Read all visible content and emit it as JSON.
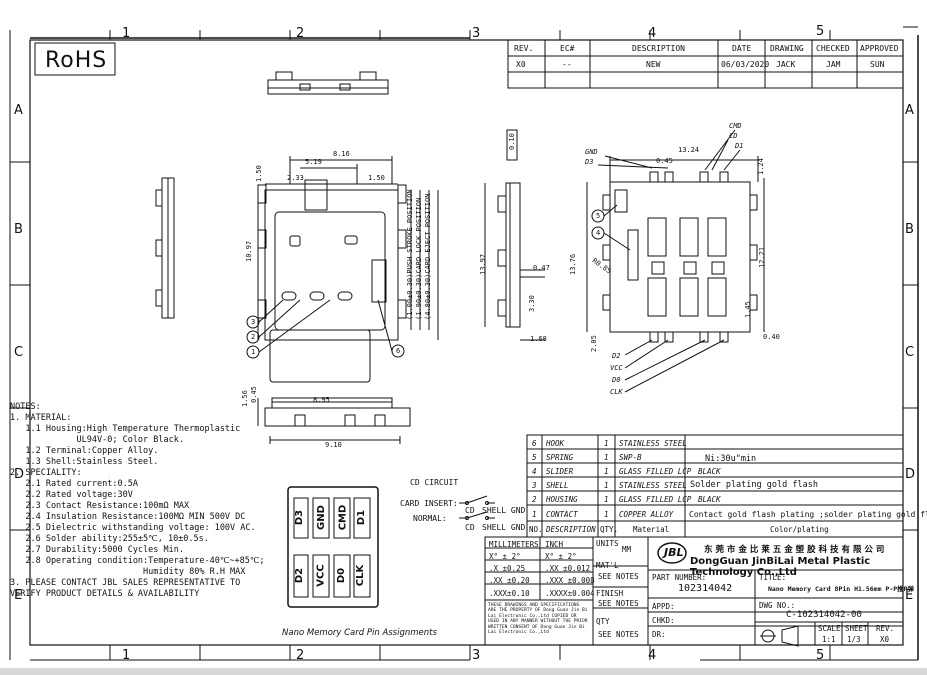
{
  "logo_text": "RoHS",
  "grid": {
    "cols": [
      "1",
      "2",
      "3",
      "4",
      "5"
    ],
    "rows": [
      "A",
      "B",
      "C",
      "D",
      "E"
    ]
  },
  "revision": {
    "headers": [
      "REV.",
      "EC#",
      "DESCRIPTION",
      "DATE",
      "DRAWING",
      "CHECKED",
      "APPROVED"
    ],
    "row": [
      "X0",
      "--",
      "NEW",
      "06/03/2020",
      "JACK",
      "JAM",
      "SUN"
    ]
  },
  "dims": {
    "d816": "8.16",
    "d519": "5.19",
    "d233": "2.33",
    "d150": "1.50",
    "d150b": "1.50",
    "d1097": "10.97",
    "push": "(1.00±0.30)PUSH STROKE POSITION",
    "lock": "(1.90±0.30)CARD LOCK POSITION",
    "eject": "(4.80±0.30)CARD EJECT POSITION",
    "d010": "0.10",
    "d1397": "13.97",
    "d047": "0.47",
    "d330": "3.30",
    "d168": "1.68",
    "gnd": "GND",
    "d3": "D3",
    "d045": "0.45",
    "d1324": "13.24",
    "cmd": "CMD",
    "cd": "CD",
    "d1": "D1",
    "d124": "1.24",
    "d1376": "13.76",
    "r085": "R0.85",
    "d1221": "12.21",
    "d145": "1.45",
    "d040": "0.40",
    "d205": "2.05",
    "d2": "D2",
    "vcc": "VCC",
    "d0": "D0",
    "clk": "CLK",
    "d156": "1.56",
    "d045b": "0.45",
    "d895": "8.95",
    "d910": "9.10",
    "c1": "1",
    "c2": "2",
    "c3": "3",
    "c4": "4",
    "c5": "5",
    "c6": "6"
  },
  "notes": [
    "NOTES:",
    "1. MATERIAL:",
    "   1.1 Housing:High Temperature Thermoplastic",
    "             UL94V-0; Color Black.",
    "   1.2 Terminal:Copper Alloy.",
    "   1.3 Shell:Stainless Steel.",
    "2. SPECIALITY:",
    "   2.1 Rated current:0.5A",
    "   2.2 Rated voltage:30V",
    "   2.3 Contact Resistance:100mΩ MAX",
    "   2.4 Insulation Resistance:100MΩ MIN 500V DC",
    "   2.5 Dielectric withstanding voltage: 100V AC.",
    "   2.6 Solder ability:255±5℃, 10±0.5s.",
    "   2.7 Durability:5000 Cycles Min.",
    "   2.8 Operating condition:Temperature-40℃~+85℃;",
    "                          Humidity 80% R.H MAX",
    "3. PLEASE CONTACT JBL SALES REPRESENTATIVE TO",
    "VERIFY PRODUCT DETAILS & AVAILABILITY"
  ],
  "circuit": {
    "title": "CD CIRCUIT",
    "insert": "CARD INSERT:",
    "normal": "NORMAL:",
    "cd": "CD",
    "shell": "SHELL GND"
  },
  "pins": {
    "top": [
      "D3",
      "GND",
      "CMD",
      "D1"
    ],
    "bottom": [
      "D2",
      "VCC",
      "D0",
      "CLK"
    ],
    "caption": "Nano Memory Card Pin Assignments"
  },
  "bom": {
    "rows": [
      [
        "6",
        "HOOK",
        "1",
        "STAINLESS STEEL",
        ""
      ],
      [
        "5",
        "SPRING",
        "1",
        "SWP-B",
        "Ni:30u\"min"
      ],
      [
        "4",
        "SLIDER",
        "1",
        "GLASS FILLED LCP",
        "BLACK"
      ],
      [
        "3",
        "SHELL",
        "1",
        "STAINLESS STEEL",
        "Solder plating gold flash"
      ],
      [
        "2",
        "HOUSING",
        "1",
        "GLASS FILLED LCP",
        "BLACK"
      ],
      [
        "1",
        "CONTACT",
        "1",
        "COPPER ALLOY",
        "Contact gold flash plating ;solder plating gold flash"
      ]
    ],
    "header": [
      "NO.",
      "DESCRIPTION",
      "QTY.",
      "Material",
      "Color/plating"
    ]
  },
  "title_block": {
    "tol_head": [
      "MILLIMETERS",
      "INCH"
    ],
    "tol": [
      [
        "X° ± 2°",
        "X° ± 2°"
      ],
      [
        ".X  ±0.25",
        ".XX  ±0.012"
      ],
      [
        ".XX ±0.20",
        ".XXX ±0.008"
      ],
      [
        ".XXX±0.10",
        ".XXXX±0.004"
      ]
    ],
    "disclaimer": "THESE DRAWINGS AND SPECIFICATIONS ARE THE PROPERTY OF Dong Guan Jin Bi Lai Electronic Co.,Ltd COPIED OR USED IN ANY MANNER WITHOUT THE PRIOR WRITTEN CONSENT OF Dong Guan Jin Bi Lai Electronic Co.,Ltd",
    "units_label": "UNITS",
    "units": "MM",
    "matl_label": "MAT'L",
    "matl": "SEE NOTES",
    "finish_label": "FINISH",
    "finish": "SEE NOTES",
    "qty_label": "QTY",
    "qty": "SEE NOTES",
    "company_cn": "东 莞 市 金 比 莱 五 金 塑 胶 科 技 有 限 公 司",
    "company_en": "DongGuan JinBiLai Metal Plastic Technology Co.,Ltd",
    "part_label": "PART NUMBER:",
    "part": "102314042",
    "title_label": "TITLE:",
    "title": "Nano Memory Card 8Pin H1.56mm P-P推P弹",
    "appd": "APPD:",
    "chkd": "CHKD:",
    "dr": "DR:",
    "dwg_label": "DWG NO.:",
    "dwg": "C-102314042-00",
    "scale_label": "SCALE",
    "scale": "1:1",
    "sheet_label": "SHEET",
    "sheet": "1/3",
    "rev_label": "REV.",
    "rev": "X0"
  }
}
